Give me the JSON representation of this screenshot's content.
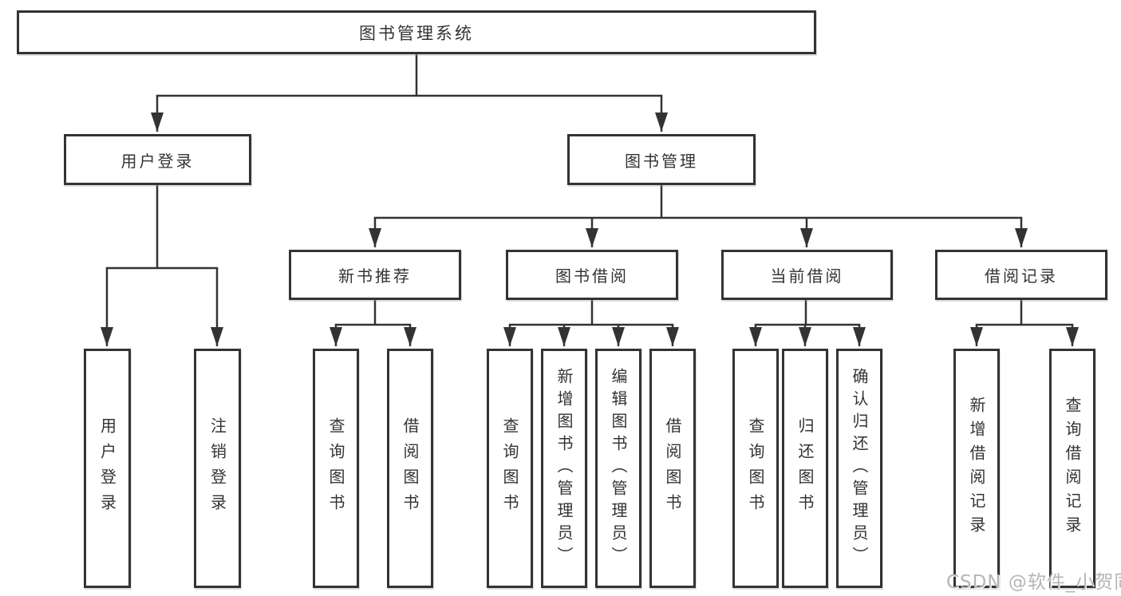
{
  "diagram": {
    "title": "图书管理系统",
    "watermark": "CSDN @软件_小贺同学",
    "colors": {
      "line": "#333333",
      "box_border": "#333333",
      "text": "#333333",
      "watermark": "#b5b5b5",
      "background": "#ffffff"
    },
    "nodes": {
      "root": {
        "label": "图书管理系统"
      },
      "user_login": {
        "label": "用户登录"
      },
      "book_mgmt": {
        "label": "图书管理"
      },
      "new_book_rec": {
        "label": "新书推荐"
      },
      "book_borrow": {
        "label": "图书借阅"
      },
      "current_borrow": {
        "label": "当前借阅"
      },
      "borrow_records": {
        "label": "借阅记录"
      },
      "leaf_user_login": {
        "label": "用户登录"
      },
      "leaf_logout": {
        "label": "注销登录"
      },
      "leaf_query_book_1": {
        "label": "查询图书"
      },
      "leaf_borrow_book_1": {
        "label": "借阅图书"
      },
      "leaf_query_book_2": {
        "label": "查询图书"
      },
      "leaf_add_book": {
        "label": "新增图书（管理员）"
      },
      "leaf_edit_book": {
        "label": "编辑图书（管理员）"
      },
      "leaf_borrow_book_2": {
        "label": "借阅图书"
      },
      "leaf_query_book_3": {
        "label": "查询图书"
      },
      "leaf_return_book": {
        "label": "归还图书"
      },
      "leaf_confirm_return": {
        "label": "确认归还（管理员）"
      },
      "leaf_add_borrow_record": {
        "label": "新增借阅记录"
      },
      "leaf_query_borrow_record": {
        "label": "查询借阅记录"
      }
    },
    "hierarchy": {
      "图书管理系统": {
        "用户登录": [
          "用户登录",
          "注销登录"
        ],
        "图书管理": {
          "新书推荐": [
            "查询图书",
            "借阅图书"
          ],
          "图书借阅": [
            "查询图书",
            "新增图书（管理员）",
            "编辑图书（管理员）",
            "借阅图书"
          ],
          "当前借阅": [
            "查询图书",
            "归还图书",
            "确认归还（管理员）"
          ],
          "借阅记录": [
            "新增借阅记录",
            "查询借阅记录"
          ]
        }
      }
    }
  }
}
